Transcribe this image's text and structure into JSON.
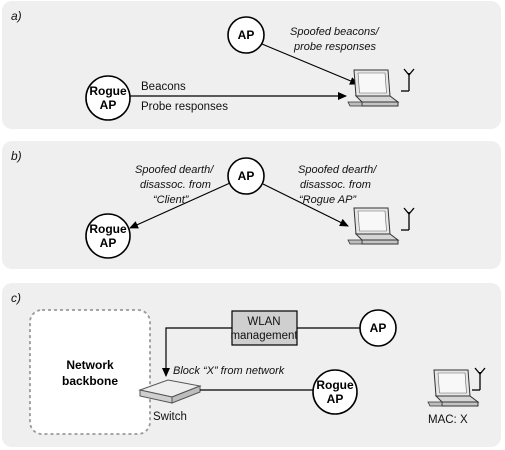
{
  "panels": {
    "a": {
      "label": "a)",
      "ap_label": "AP",
      "rogue_label_1": "Rogue",
      "rogue_label_2": "AP",
      "spoofed_1": "Spoofed beacons/",
      "spoofed_2": "probe responses",
      "beacons": "Beacons",
      "probe": "Probe responses"
    },
    "b": {
      "label": "b)",
      "ap_label": "AP",
      "rogue_label_1": "Rogue",
      "rogue_label_2": "AP",
      "left_1": "Spoofed dearth/",
      "left_2": "disassoc. from",
      "left_3": "“Client”",
      "right_1": "Spoofed dearth/",
      "right_2": "disassoc. from",
      "right_3": "“Rogue AP”"
    },
    "c": {
      "label": "c)",
      "backbone_1": "Network",
      "backbone_2": "backbone",
      "wlan_1": "WLAN",
      "wlan_2": "management",
      "ap_label": "AP",
      "block": "Block “X” from network",
      "switch": "Switch",
      "rogue_label_1": "Rogue",
      "rogue_label_2": "AP",
      "mac": "MAC: X"
    }
  },
  "colors": {
    "panel_bg": "#efefef",
    "line": "#000000",
    "wlan_box": "#cfcfcf"
  },
  "icons": [
    "laptop-icon",
    "antenna-icon",
    "switch-icon"
  ]
}
